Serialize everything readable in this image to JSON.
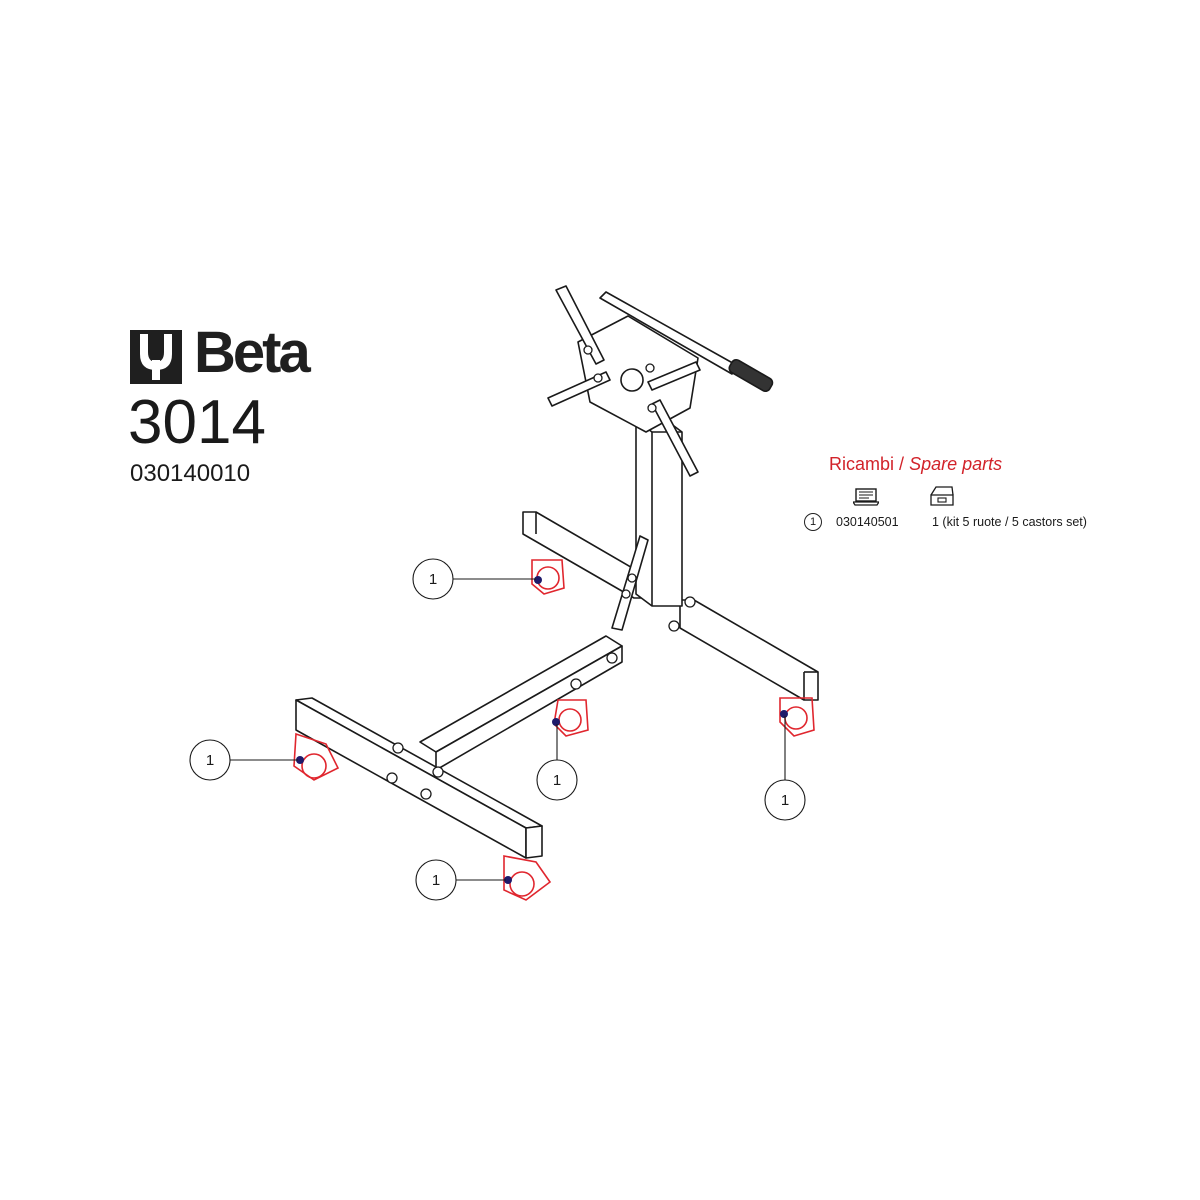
{
  "brand": {
    "name": "Beta"
  },
  "product": {
    "model": "3014",
    "code": "030140010"
  },
  "spare_parts": {
    "title_it": "Ricambi",
    "separator": "/",
    "title_en": "Spare parts",
    "columns": [
      {
        "icon": "laptop-icon"
      },
      {
        "icon": "parts-box-icon"
      }
    ],
    "rows": [
      {
        "ref": "1",
        "code": "030140501",
        "qty_desc": "1 (kit 5 ruote / 5 castors set)"
      }
    ]
  },
  "callouts": [
    {
      "label": "1"
    },
    {
      "label": "1"
    },
    {
      "label": "1"
    },
    {
      "label": "1"
    },
    {
      "label": "1"
    }
  ],
  "colors": {
    "accent_red": "#d2232a",
    "line": "#1a1a1a",
    "castor": "#e0262e",
    "bolt": "#1e1a6a"
  }
}
